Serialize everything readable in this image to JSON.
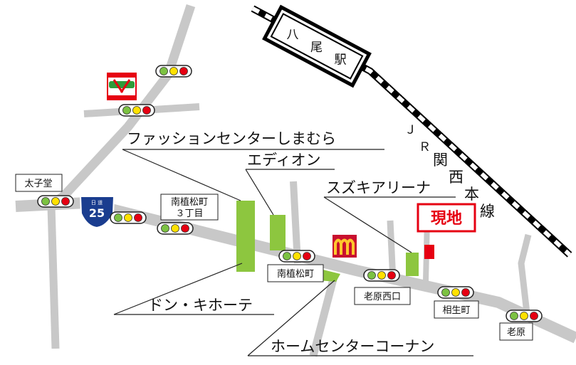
{
  "map": {
    "station": {
      "name_chars": [
        "八",
        "尾",
        "駅"
      ]
    },
    "rail_line": {
      "name_chars": [
        "Ｊ",
        "Ｒ",
        "関",
        "西",
        "本",
        "線"
      ]
    },
    "site": {
      "label": "現地"
    },
    "route_shield": {
      "number": "25",
      "top_text": "日 道"
    },
    "landmarks": {
      "fashion_center": "ファッションセンターしまむら",
      "edion": "エディオン",
      "suzuki_arena": "スズキアリーナ",
      "don_quijote": "ドン・キホーテ",
      "home_center": "ホームセンターコーナン"
    },
    "intersections": {
      "taishido": "太子堂",
      "minami_uematsu_3": [
        "南植松町",
        "３丁目"
      ],
      "minami_uematsu": "南植松町",
      "oharanishiguchi": "老原西口",
      "aioicho": "相生町",
      "ohara": "老原"
    },
    "icons": {
      "store_logo": "convenience-store-logo",
      "fastfood_logo": "fast-food-m-logo",
      "traffic_light": "traffic-light-icon"
    },
    "colors": {
      "road": "#c8c8c8",
      "building": "#8dc63f",
      "site": "#e60012",
      "light_green": "#7cc242",
      "light_yellow": "#ffe100",
      "light_red": "#e60012"
    }
  }
}
